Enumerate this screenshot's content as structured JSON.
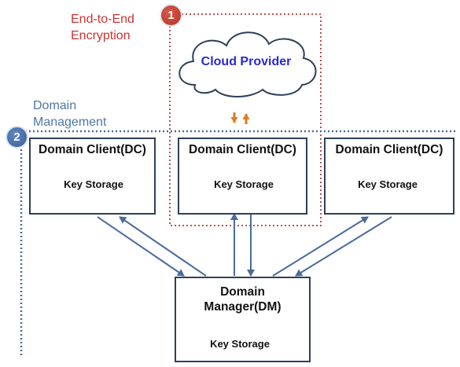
{
  "encryption": {
    "badge": "1",
    "title_line1": "End-to-End",
    "title_line2": "Encryption"
  },
  "management": {
    "badge": "2",
    "title_line1": "Domain",
    "title_line2": "Management"
  },
  "cloud": {
    "label": "Cloud Provider"
  },
  "clients": [
    {
      "title": "Domain Client(DC)",
      "storage": "Key Storage"
    },
    {
      "title": "Domain Client(DC)",
      "storage": "Key Storage"
    },
    {
      "title": "Domain Client(DC)",
      "storage": "Key Storage"
    }
  ],
  "manager": {
    "title_line1": "Domain",
    "title_line2": "Manager(DM)",
    "storage": "Key Storage"
  },
  "colors": {
    "encryption": "#cc3333",
    "management": "#4d78a8",
    "cloud_text": "#2a2ad0",
    "storage_fill": "#cfdcf0",
    "arrow_orange": "#e07b22",
    "arrow_blue": "#4a6b9c"
  }
}
